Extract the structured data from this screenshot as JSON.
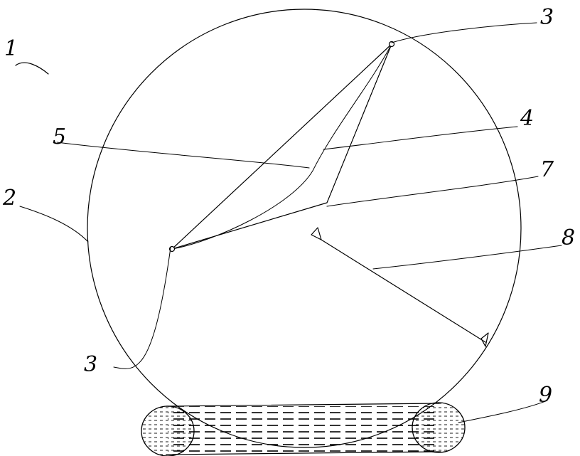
{
  "figure": {
    "labels": {
      "ref_1": "1",
      "ref_2": "2",
      "ref_3_top": "3",
      "ref_3_bottom": "3",
      "ref_4": "4",
      "ref_5": "5",
      "ref_7": "7",
      "ref_8": "8",
      "ref_9": "9"
    },
    "colors": {
      "ink": "#000000",
      "background": "#ffffff"
    }
  }
}
